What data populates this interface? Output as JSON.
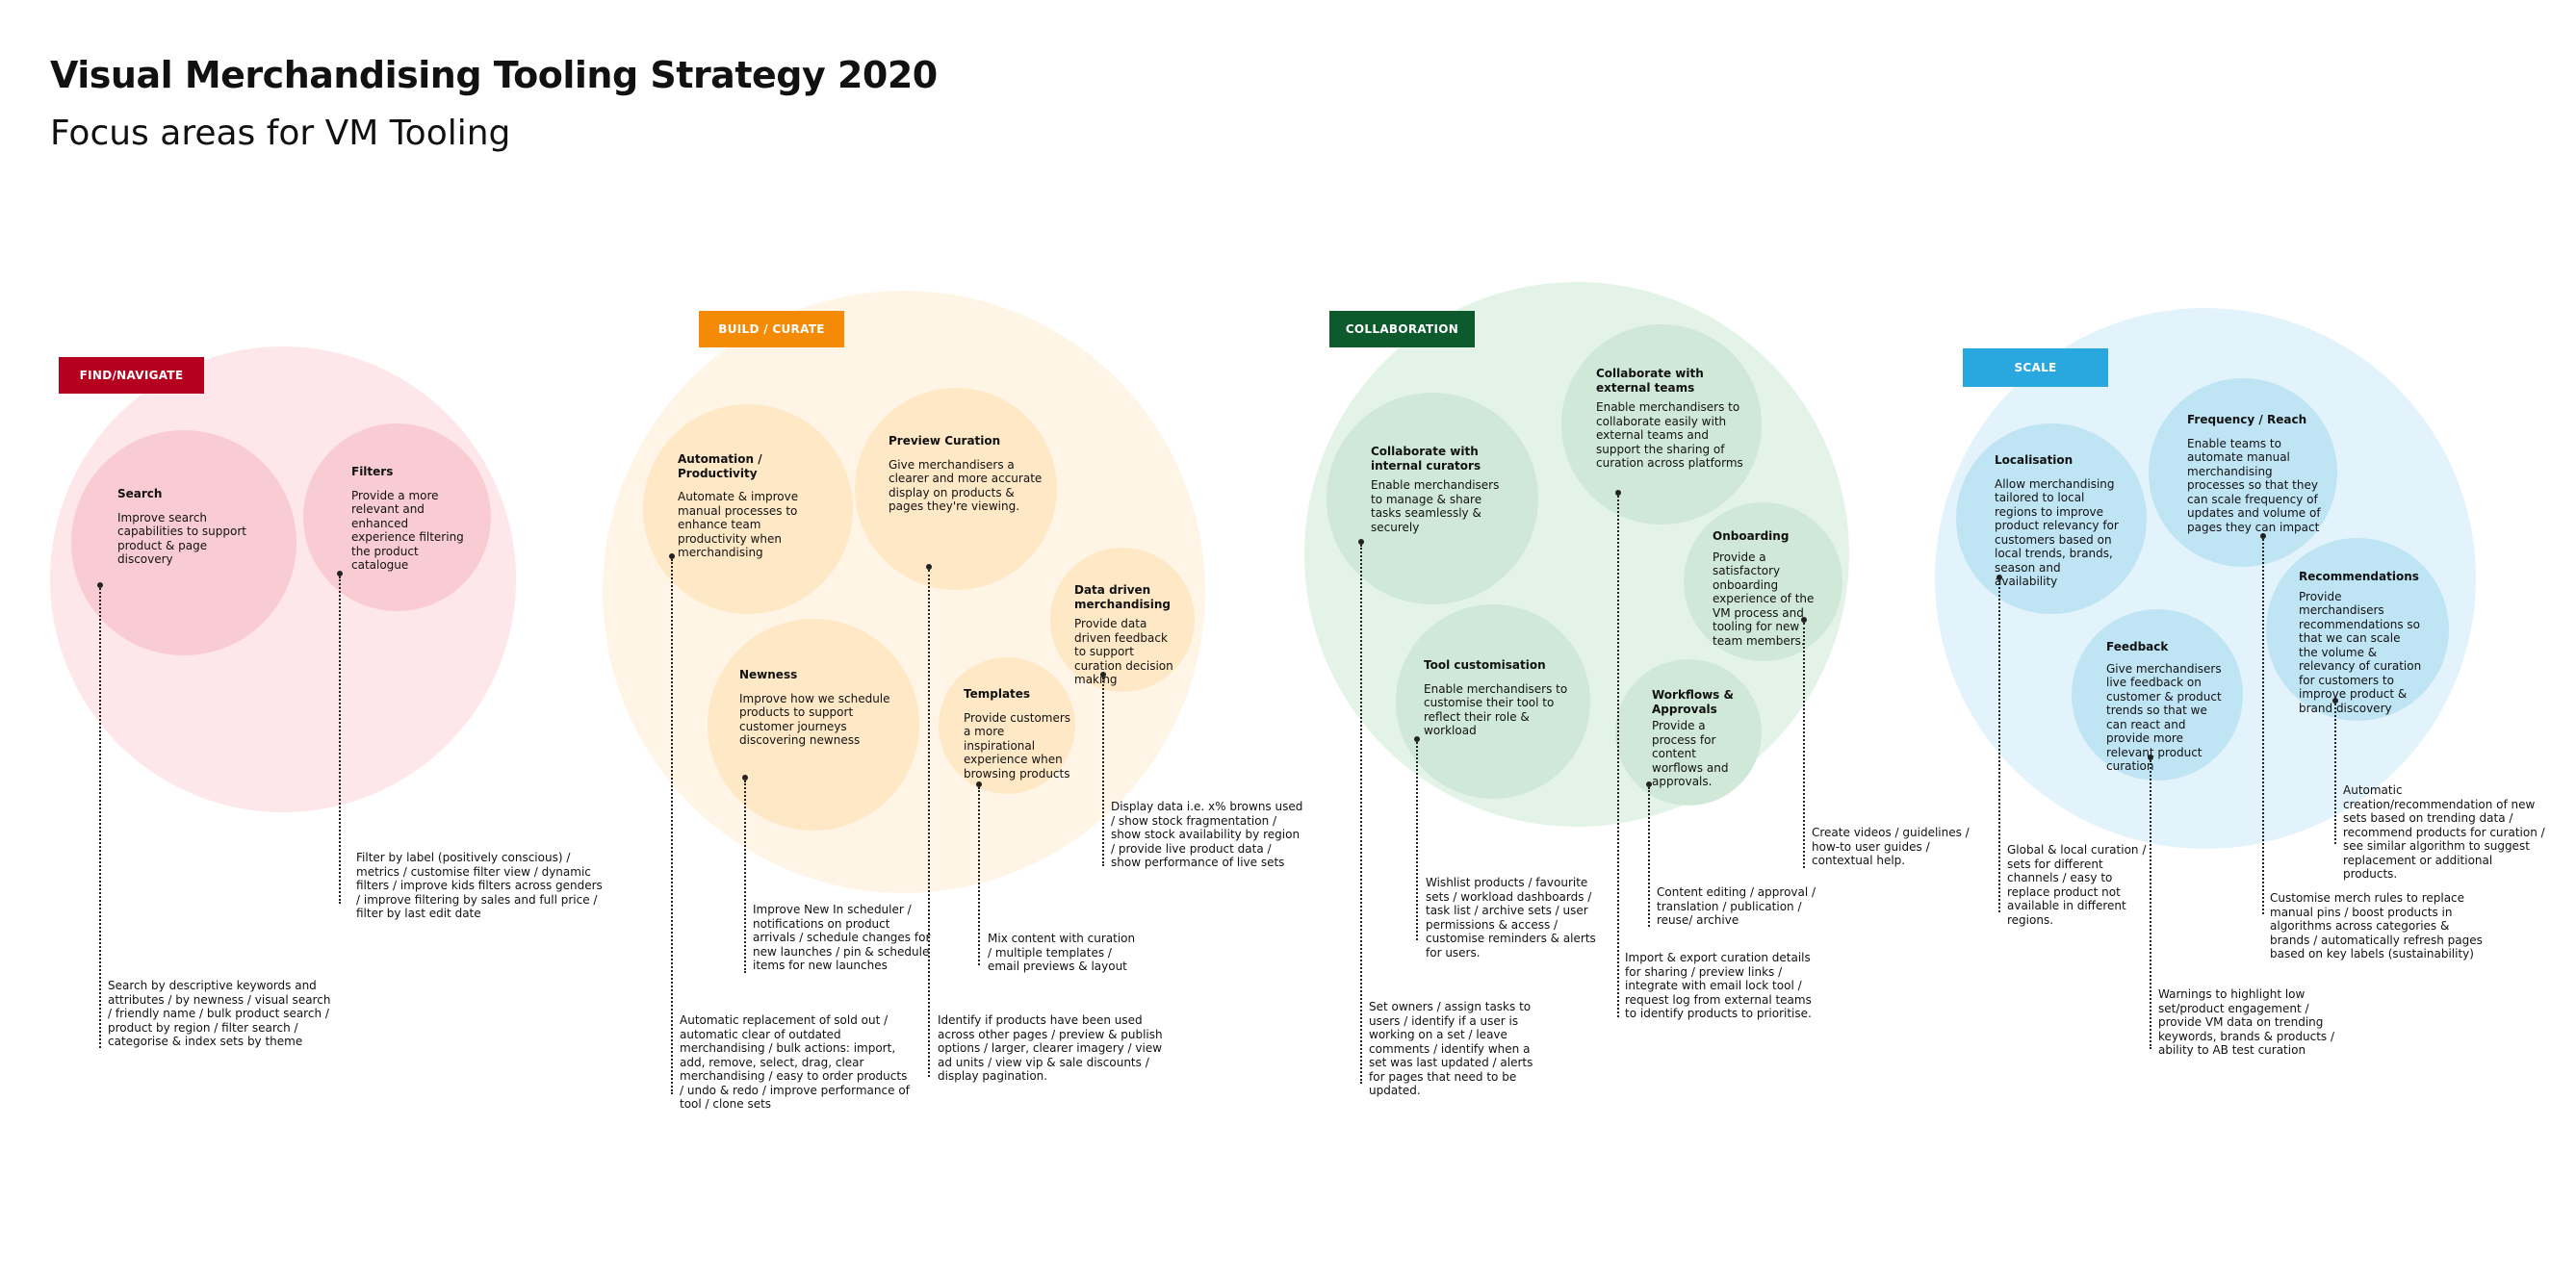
{
  "header": {
    "title": "Visual Merchandising Tooling Strategy 2020",
    "subtitle": "Focus areas for VM Tooling"
  },
  "colors": {
    "find_tag": "#b5001f",
    "build_tag": "#f58a07",
    "collab_tag": "#0d5a2c",
    "scale_tag": "#29a8e0"
  },
  "groups": {
    "find": {
      "tag": "FIND/NAVIGATE",
      "search": {
        "heading": "Search",
        "body": "Improve search capabilities to support product & page discovery",
        "detail": "Search by descriptive keywords and attributes / by newness / visual search / friendly name / bulk product search / product by region / filter search / categorise & index sets by theme"
      },
      "filters": {
        "heading": "Filters",
        "body": "Provide a more relevant and enhanced experience filtering the product catalogue",
        "detail": "Filter by label (positively conscious) / metrics / customise filter view / dynamic filters / improve kids filters across genders / improve filtering by sales and full price / filter by last edit date"
      }
    },
    "build": {
      "tag": "BUILD / CURATE",
      "automation": {
        "heading": "Automation / Productivity",
        "body": "Automate & improve manual processes to enhance team productivity when merchandising",
        "detail": "Automatic replacement of sold out / automatic clear of outdated merchandising / bulk actions: import, add, remove, select, drag, clear merchandising / easy to order products / undo & redo / improve performance of tool / clone sets"
      },
      "preview": {
        "heading": "Preview Curation",
        "body": "Give merchandisers a clearer and more accurate display on products & pages they're viewing.",
        "detail": "Identify if products have been used across other pages / preview & publish options / larger, clearer imagery / view ad units / view vip & sale discounts / display pagination."
      },
      "data": {
        "heading": "Data driven merchandising",
        "body": "Provide data driven feedback to support curation decision making",
        "detail": "Display data i.e. x% browns used / show stock fragmentation / show stock availability by region / provide live product data / show performance of live sets"
      },
      "newness": {
        "heading": "Newness",
        "body": "Improve how we schedule products to support customer journeys discovering newness",
        "detail": "Improve New In scheduler / notifications on product arrivals / schedule changes for new launches / pin & schedule items for new launches"
      },
      "templates": {
        "heading": "Templates",
        "body": "Provide customers a more inspirational experience when browsing products",
        "detail": "Mix content with curation / multiple templates / email previews & layout"
      }
    },
    "collab": {
      "tag": "COLLABORATION",
      "internal": {
        "heading": "Collaborate with internal curators",
        "body": "Enable merchandisers to manage & share tasks seamlessly & securely",
        "detail": "Set owners / assign tasks to users / identify if a user is working on a set / leave comments / identify when a set was last updated / alerts for pages that need to be updated."
      },
      "external": {
        "heading": "Collaborate with external teams",
        "body": "Enable merchandisers to collaborate easily with external teams and support the sharing of curation across platforms",
        "detail": "Import & export curation details for sharing / preview links / integrate with email lock tool / request log from external teams to identify products to prioritise."
      },
      "onboarding": {
        "heading": "Onboarding",
        "body": "Provide a satisfactory onboarding experience of the VM process and tooling for new team members.",
        "detail": "Create videos / guidelines / how-to user guides / contextual help."
      },
      "customisation": {
        "heading": "Tool customisation",
        "body": "Enable merchandisers to customise their tool to reflect their role & workload",
        "detail": "Wishlist products / favourite sets / workload dashboards / task list / archive sets / user permissions & access / customise reminders & alerts for users."
      },
      "workflows": {
        "heading": "Workflows & Approvals",
        "body": "Provide a process for content worflows and approvals.",
        "detail": "Content editing / approval / translation / publication / reuse/ archive"
      }
    },
    "scale": {
      "tag": "SCALE",
      "localisation": {
        "heading": "Localisation",
        "body": "Allow merchandising tailored to local regions to improve product relevancy for customers based on local trends, brands, season and availability",
        "detail": "Global & local curation / sets for different channels / easy to replace product not available in different regions."
      },
      "frequency": {
        "heading": "Frequency / Reach",
        "body": "Enable teams to automate manual merchandising processes so that they can scale frequency of updates and volume of pages they can impact",
        "detail": "Customise merch rules to replace manual pins / boost products in algorithms across categories & brands / automatically refresh pages based on key labels (sustainability)"
      },
      "recommendations": {
        "heading": "Recommendations",
        "body": "Provide merchandisers recommendations so that we can scale the volume & relevancy of curation for customers to improve product & brand discovery",
        "detail": "Automatic creation/recommendation of new sets based on trending data / recommend products for curation / see similar algorithm to suggest replacement or additional products."
      },
      "feedback": {
        "heading": "Feedback",
        "body": "Give merchandisers live feedback on customer & product trends so that we can react and provide more relevant product curation",
        "detail": "Warnings to highlight low set/product engagement / provide VM data on trending keywords, brands & products / ability to AB test curation"
      }
    }
  }
}
